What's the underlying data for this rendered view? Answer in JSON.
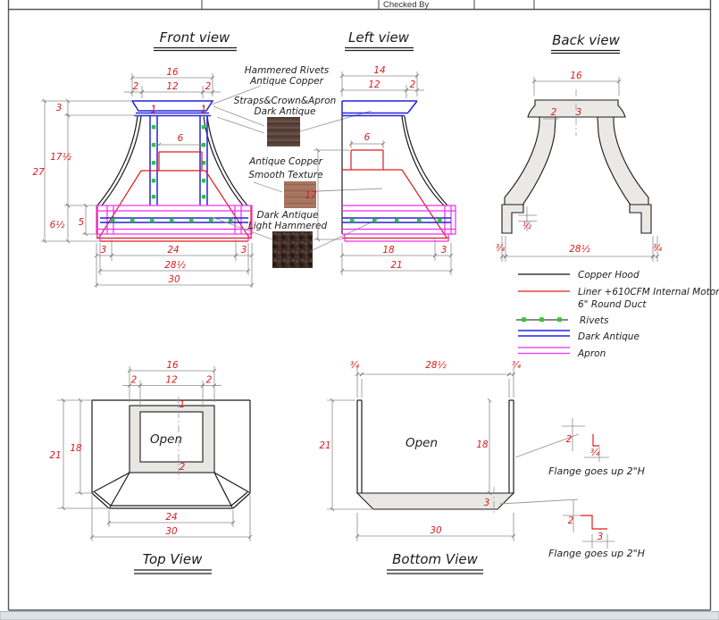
{
  "title_block": {
    "checked_by": "Checked By"
  },
  "front": {
    "title": "Front view",
    "dims": {
      "w16": "16",
      "w2l": "2",
      "w12": "12",
      "w2r": "2",
      "h3": "3",
      "s1l": "1",
      "s1r": "1",
      "w6": "6",
      "h17h": "17½",
      "h27": "27",
      "h6h": "6½",
      "h5": "5",
      "b3l": "3",
      "b24": "24",
      "b3r": "3",
      "b28h": "28½",
      "b30": "30"
    }
  },
  "left": {
    "title": "Left view",
    "dims": {
      "w14": "14",
      "w12": "12",
      "w2": "2",
      "w6": "6",
      "h17": "17",
      "b18": "18",
      "b3": "3",
      "b21": "21"
    }
  },
  "back": {
    "title": "Back view",
    "dims": {
      "w16": "16",
      "c2": "2",
      "c3": "3",
      "half": "½",
      "b34l": "¾",
      "b28h": "28½",
      "b34r": "¾"
    }
  },
  "top_view": {
    "title": "Top View",
    "open": "Open",
    "dims": {
      "w16": "16",
      "w2l": "2",
      "w12": "12",
      "w2r": "2",
      "c1": "1",
      "c2": "2",
      "d21": "21",
      "d18": "18",
      "b24": "24",
      "b30": "30"
    }
  },
  "bottom_view": {
    "title": "Bottom View",
    "open": "Open",
    "dims": {
      "t34l": "¾",
      "t28h": "28½",
      "t34r": "¾",
      "d21": "21",
      "d18": "18",
      "s3": "3",
      "b30": "30"
    }
  },
  "annotations": [
    {
      "line1": "Hammered Rivets",
      "line2": "Antique Copper"
    },
    {
      "line1": "Straps&Crown&Apron",
      "line2": "Dark Antique"
    },
    {
      "line1": "Antique Copper",
      "line2": "Smooth Texture"
    },
    {
      "line1": "Dark Antique",
      "line2": "Light Hammered"
    }
  ],
  "legend": {
    "copper": "Copper Hood",
    "liner1": "Liner +610CFM Internal Motor",
    "liner2": "6\" Round Duct",
    "rivets": "Rivets",
    "dark_antique": "Dark Antique",
    "apron": "Apron"
  },
  "flange": {
    "note1": "Flange goes up 2\"H",
    "note2": "Flange goes up 2\"H",
    "d1_2": "2",
    "d1_34": "¾",
    "d2_2": "2",
    "d2_3": "3"
  },
  "colors": {
    "dim_red": "#d91d21",
    "blue": "#2424d8",
    "magenta": "#ee2cee",
    "rivet_green": "#2ec82e",
    "line_black": "#1c1c1c",
    "fill_gray": "#eae9e5",
    "swatch_dark_antique": "#5b443c",
    "swatch_copper": "#a5745e",
    "swatch_hammered": "#3c2b25",
    "footer_strip": "#dde3e6"
  }
}
